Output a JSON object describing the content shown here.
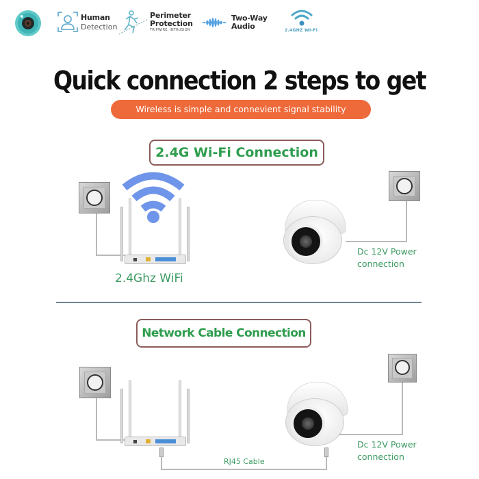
{
  "features": [
    {
      "icon": "camera-lens-icon",
      "title": "",
      "subtitle": ""
    },
    {
      "icon": "person-frame-icon",
      "title": "Human",
      "subtitle": "Detection"
    },
    {
      "icon": "running-person-tripwire-icon",
      "title": "Perimeter",
      "title2": "Protection",
      "subtitle": "TRIPWIRE, INTRUSION"
    },
    {
      "icon": "audio-wave-icon",
      "title": "Two-Way",
      "title2": "Audio"
    },
    {
      "icon": "wifi-icon",
      "subtitle": "2.4GHZ WI-FI"
    }
  ],
  "headline": "Quick connection 2 steps to get",
  "tagline": "Wireless is simple and connevient signal stability",
  "sections": [
    {
      "title": "2.4G Wi-Fi Connection",
      "router_label": "2.4Ghz WiFi",
      "power_label_line1": "Dc 12V Power",
      "power_label_line2": "connection"
    },
    {
      "title": "Network Cable Connection",
      "cable_label": "RJ45 Cable",
      "power_label_line1": "Dc 12V Power",
      "power_label_line2": "connection"
    }
  ],
  "colors": {
    "accent_orange": "#ef6a3a",
    "label_green": "#3d9b63",
    "title_green": "#2e9d4e",
    "box_border": "#8b5b5b",
    "wifi_blue": "#6f95ea",
    "icon_teal": "#4fb8c4"
  }
}
